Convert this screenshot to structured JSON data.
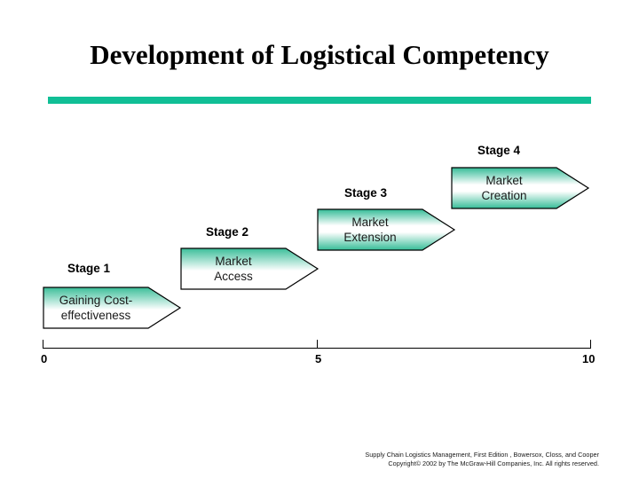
{
  "slide": {
    "title": "Development of Logistical Competency",
    "accent_color": "#10BF96",
    "arrow_fill_top": "#3DBF9A",
    "arrow_fill_mid": "#FFFFFF",
    "arrow_outline": "#000000",
    "background": "#FFFFFF"
  },
  "stages": [
    {
      "caption": "Stage 1",
      "label_line1": "Gaining Cost-",
      "label_line2": "effectiveness",
      "gradient": "green-to-white"
    },
    {
      "caption": "Stage 2",
      "label_line1": "Market",
      "label_line2": "Access",
      "gradient": "green-to-white"
    },
    {
      "caption": "Stage 3",
      "label_line1": "Market",
      "label_line2": "Extension",
      "gradient": "green-white-green"
    },
    {
      "caption": "Stage 4",
      "label_line1": "Market",
      "label_line2": "Creation",
      "gradient": "green-white-green"
    }
  ],
  "axis": {
    "ticks": [
      {
        "label": "0"
      },
      {
        "label": "5"
      },
      {
        "label": "10"
      }
    ]
  },
  "footer": {
    "line1": "Supply Chain Logistics Management, First Edition , Bowersox, Closs, and Cooper",
    "line2": "Copyright© 2002 by The McGraw-Hill Companies, Inc. All rights reserved."
  },
  "chart_data": {
    "type": "bar",
    "title": "Development of Logistical Competency",
    "xlabel": "",
    "ylabel": "",
    "xlim": [
      0,
      10
    ],
    "grid": false,
    "legend": "none",
    "categories": [
      "Stage 1",
      "Stage 2",
      "Stage 3",
      "Stage 4"
    ],
    "labels": [
      "Gaining Cost-effectiveness",
      "Market Access",
      "Market Extension",
      "Market Creation"
    ],
    "x_start": [
      0.0,
      2.3,
      4.6,
      6.9
    ],
    "x_end": [
      2.3,
      4.6,
      6.9,
      9.2
    ],
    "tick_values": [
      0,
      5,
      10
    ],
    "tick_labels": [
      "0",
      "5",
      "10"
    ]
  }
}
